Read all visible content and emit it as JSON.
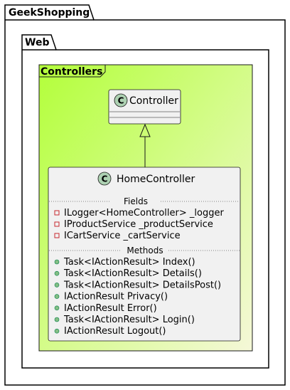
{
  "packages": {
    "outer": "GeekShopping",
    "inner": "Web"
  },
  "frame": {
    "label": "Controllers"
  },
  "classes": {
    "base": {
      "stereotype_glyph": "C",
      "name": "Controller"
    },
    "derived": {
      "stereotype_glyph": "C",
      "name": "HomeController",
      "fields_label": "Fields",
      "fields": [
        "ILogger<HomeController> _logger",
        "IProductService _productService",
        "ICartService _cartService"
      ],
      "methods_label": "Methods",
      "methods": [
        "Task<IActionResult> Index()",
        "Task<IActionResult> Details()",
        "Task<IActionResult> DetailsPost()",
        "IActionResult Privacy()",
        "IActionResult Error()",
        "Task<IActionResult> Login()",
        "IActionResult Logout()"
      ]
    }
  },
  "relationship": "inheritance",
  "colors": {
    "frame_gradient_start": "#b3ff3a",
    "frame_gradient_end": "#f5f8d8",
    "class_fill": "#f1f1f1",
    "class_badge": "#add1b2",
    "private_marker": "#c82930",
    "public_marker": "#84be84"
  }
}
